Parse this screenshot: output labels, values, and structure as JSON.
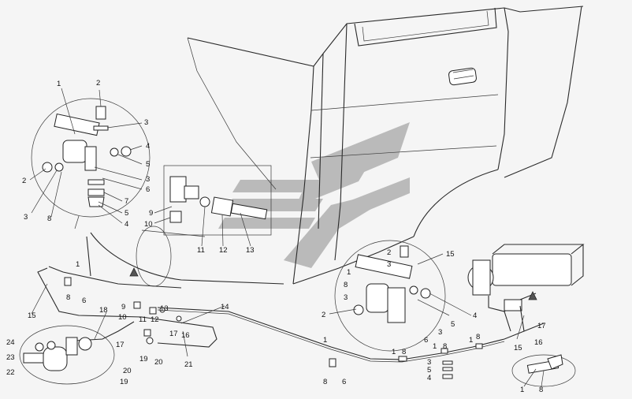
{
  "watermark": {
    "color": "#9a9a9a"
  },
  "callouts": [
    {
      "id": "c1",
      "text": "1"
    },
    {
      "id": "c2",
      "text": "2"
    },
    {
      "id": "c3",
      "text": "3"
    },
    {
      "id": "c4",
      "text": "4"
    },
    {
      "id": "c5",
      "text": "5"
    },
    {
      "id": "c6",
      "text": "3"
    },
    {
      "id": "c7",
      "text": "6"
    },
    {
      "id": "c8",
      "text": "2"
    },
    {
      "id": "c9",
      "text": "7"
    },
    {
      "id": "c10",
      "text": "3"
    },
    {
      "id": "c11",
      "text": "8"
    },
    {
      "id": "c12",
      "text": "5"
    },
    {
      "id": "c13",
      "text": "4"
    },
    {
      "id": "c14",
      "text": "9"
    },
    {
      "id": "c15",
      "text": "10"
    },
    {
      "id": "c16",
      "text": "11"
    },
    {
      "id": "c17",
      "text": "12"
    },
    {
      "id": "c18",
      "text": "13"
    },
    {
      "id": "c19",
      "text": "1"
    },
    {
      "id": "c20",
      "text": "8"
    },
    {
      "id": "c21",
      "text": "6"
    },
    {
      "id": "c22",
      "text": "15"
    },
    {
      "id": "c23",
      "text": "18"
    },
    {
      "id": "c24",
      "text": "9"
    },
    {
      "id": "c25",
      "text": "10"
    },
    {
      "id": "c26",
      "text": "11"
    },
    {
      "id": "c27",
      "text": "12"
    },
    {
      "id": "c28",
      "text": "13"
    },
    {
      "id": "c29",
      "text": "14"
    },
    {
      "id": "c30",
      "text": "17"
    },
    {
      "id": "c31",
      "text": "16"
    },
    {
      "id": "c32",
      "text": "17"
    },
    {
      "id": "c33",
      "text": "19"
    },
    {
      "id": "c34",
      "text": "20"
    },
    {
      "id": "c35",
      "text": "21"
    },
    {
      "id": "c36",
      "text": "24"
    },
    {
      "id": "c37",
      "text": "23"
    },
    {
      "id": "c38",
      "text": "22"
    },
    {
      "id": "c39",
      "text": "20"
    },
    {
      "id": "c40",
      "text": "19"
    },
    {
      "id": "c41",
      "text": "2"
    },
    {
      "id": "c42",
      "text": "15"
    },
    {
      "id": "c43",
      "text": "3"
    },
    {
      "id": "c44",
      "text": "1"
    },
    {
      "id": "c45",
      "text": "8"
    },
    {
      "id": "c46",
      "text": "3"
    },
    {
      "id": "c47",
      "text": "2"
    },
    {
      "id": "c48",
      "text": "5"
    },
    {
      "id": "c49",
      "text": "4"
    },
    {
      "id": "c50",
      "text": "6"
    },
    {
      "id": "c51",
      "text": "3"
    },
    {
      "id": "c52",
      "text": "1"
    },
    {
      "id": "c53",
      "text": "8"
    },
    {
      "id": "c54",
      "text": "6"
    },
    {
      "id": "c55",
      "text": "1"
    },
    {
      "id": "c56",
      "text": "8"
    },
    {
      "id": "c57",
      "text": "1"
    },
    {
      "id": "c58",
      "text": "8"
    },
    {
      "id": "c59",
      "text": "3"
    },
    {
      "id": "c60",
      "text": "5"
    },
    {
      "id": "c61",
      "text": "4"
    },
    {
      "id": "c62",
      "text": "1"
    },
    {
      "id": "c63",
      "text": "8"
    },
    {
      "id": "c64",
      "text": "15"
    },
    {
      "id": "c65",
      "text": "17"
    },
    {
      "id": "c66",
      "text": "16"
    },
    {
      "id": "c67",
      "text": "1"
    },
    {
      "id": "c68",
      "text": "8"
    }
  ]
}
